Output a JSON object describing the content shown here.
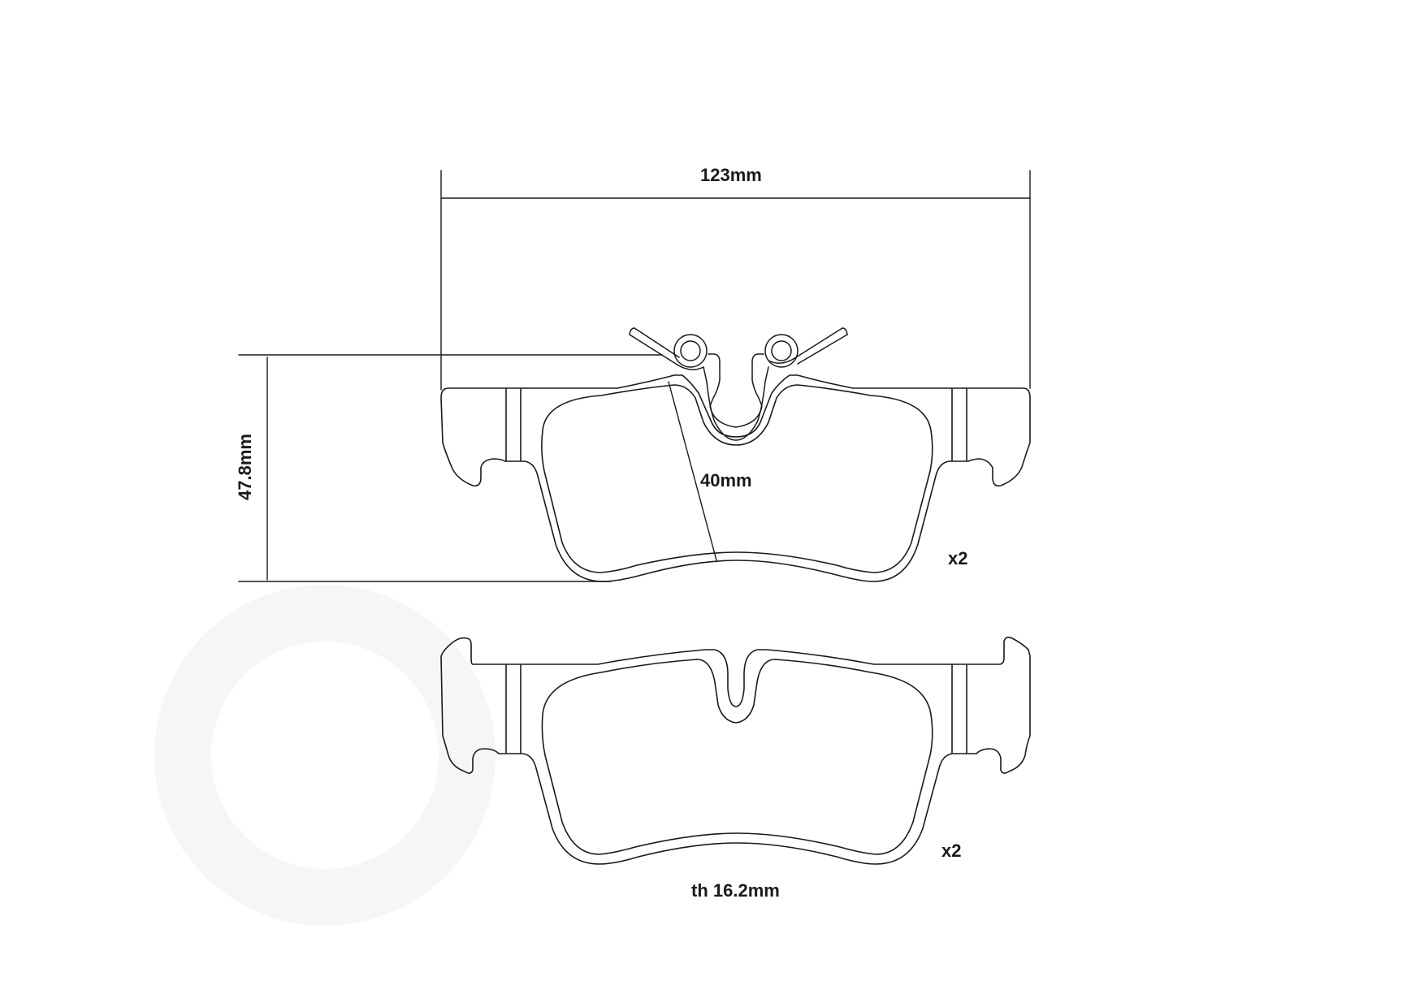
{
  "diagram": {
    "subject": "brake pad set technical drawing",
    "colors": {
      "line": "#1a1a1a",
      "background": "#ffffff",
      "watermark": "#f4f4f4"
    },
    "dimensions": {
      "width": "123mm",
      "height": "47.8mm",
      "friction_height": "40mm",
      "thickness": "th 16.2mm"
    },
    "pads": [
      {
        "name": "pad with wear indicator clip",
        "quantity": "x2"
      },
      {
        "name": "pad without clip",
        "quantity": "x2"
      }
    ]
  }
}
